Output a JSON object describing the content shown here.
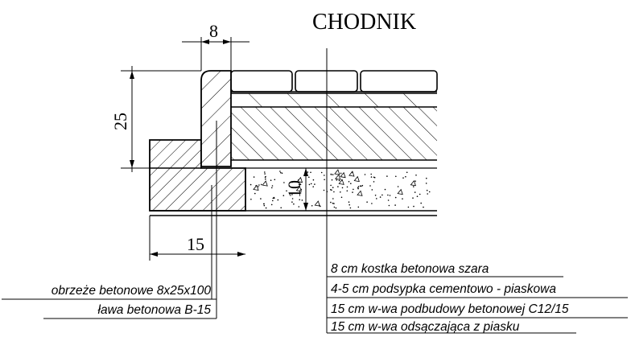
{
  "title": "CHODNIK",
  "dimensions": {
    "curb_width": "8",
    "curb_height": "25",
    "bench_thickness": "10",
    "bench_width": "15"
  },
  "labels_right": [
    "8 cm kostka betonowa szara",
    "4-5 cm podsypka cementowo - piaskowa",
    "15 cm w-wa podbudowy betonowej C12/15",
    "15 cm w-wa odsączająca z piasku"
  ],
  "labels_left": [
    "obrzeże betonowe 8x25x100",
    "ława betonowa B-15"
  ],
  "colors": {
    "line": "#000000",
    "background": "#ffffff"
  }
}
